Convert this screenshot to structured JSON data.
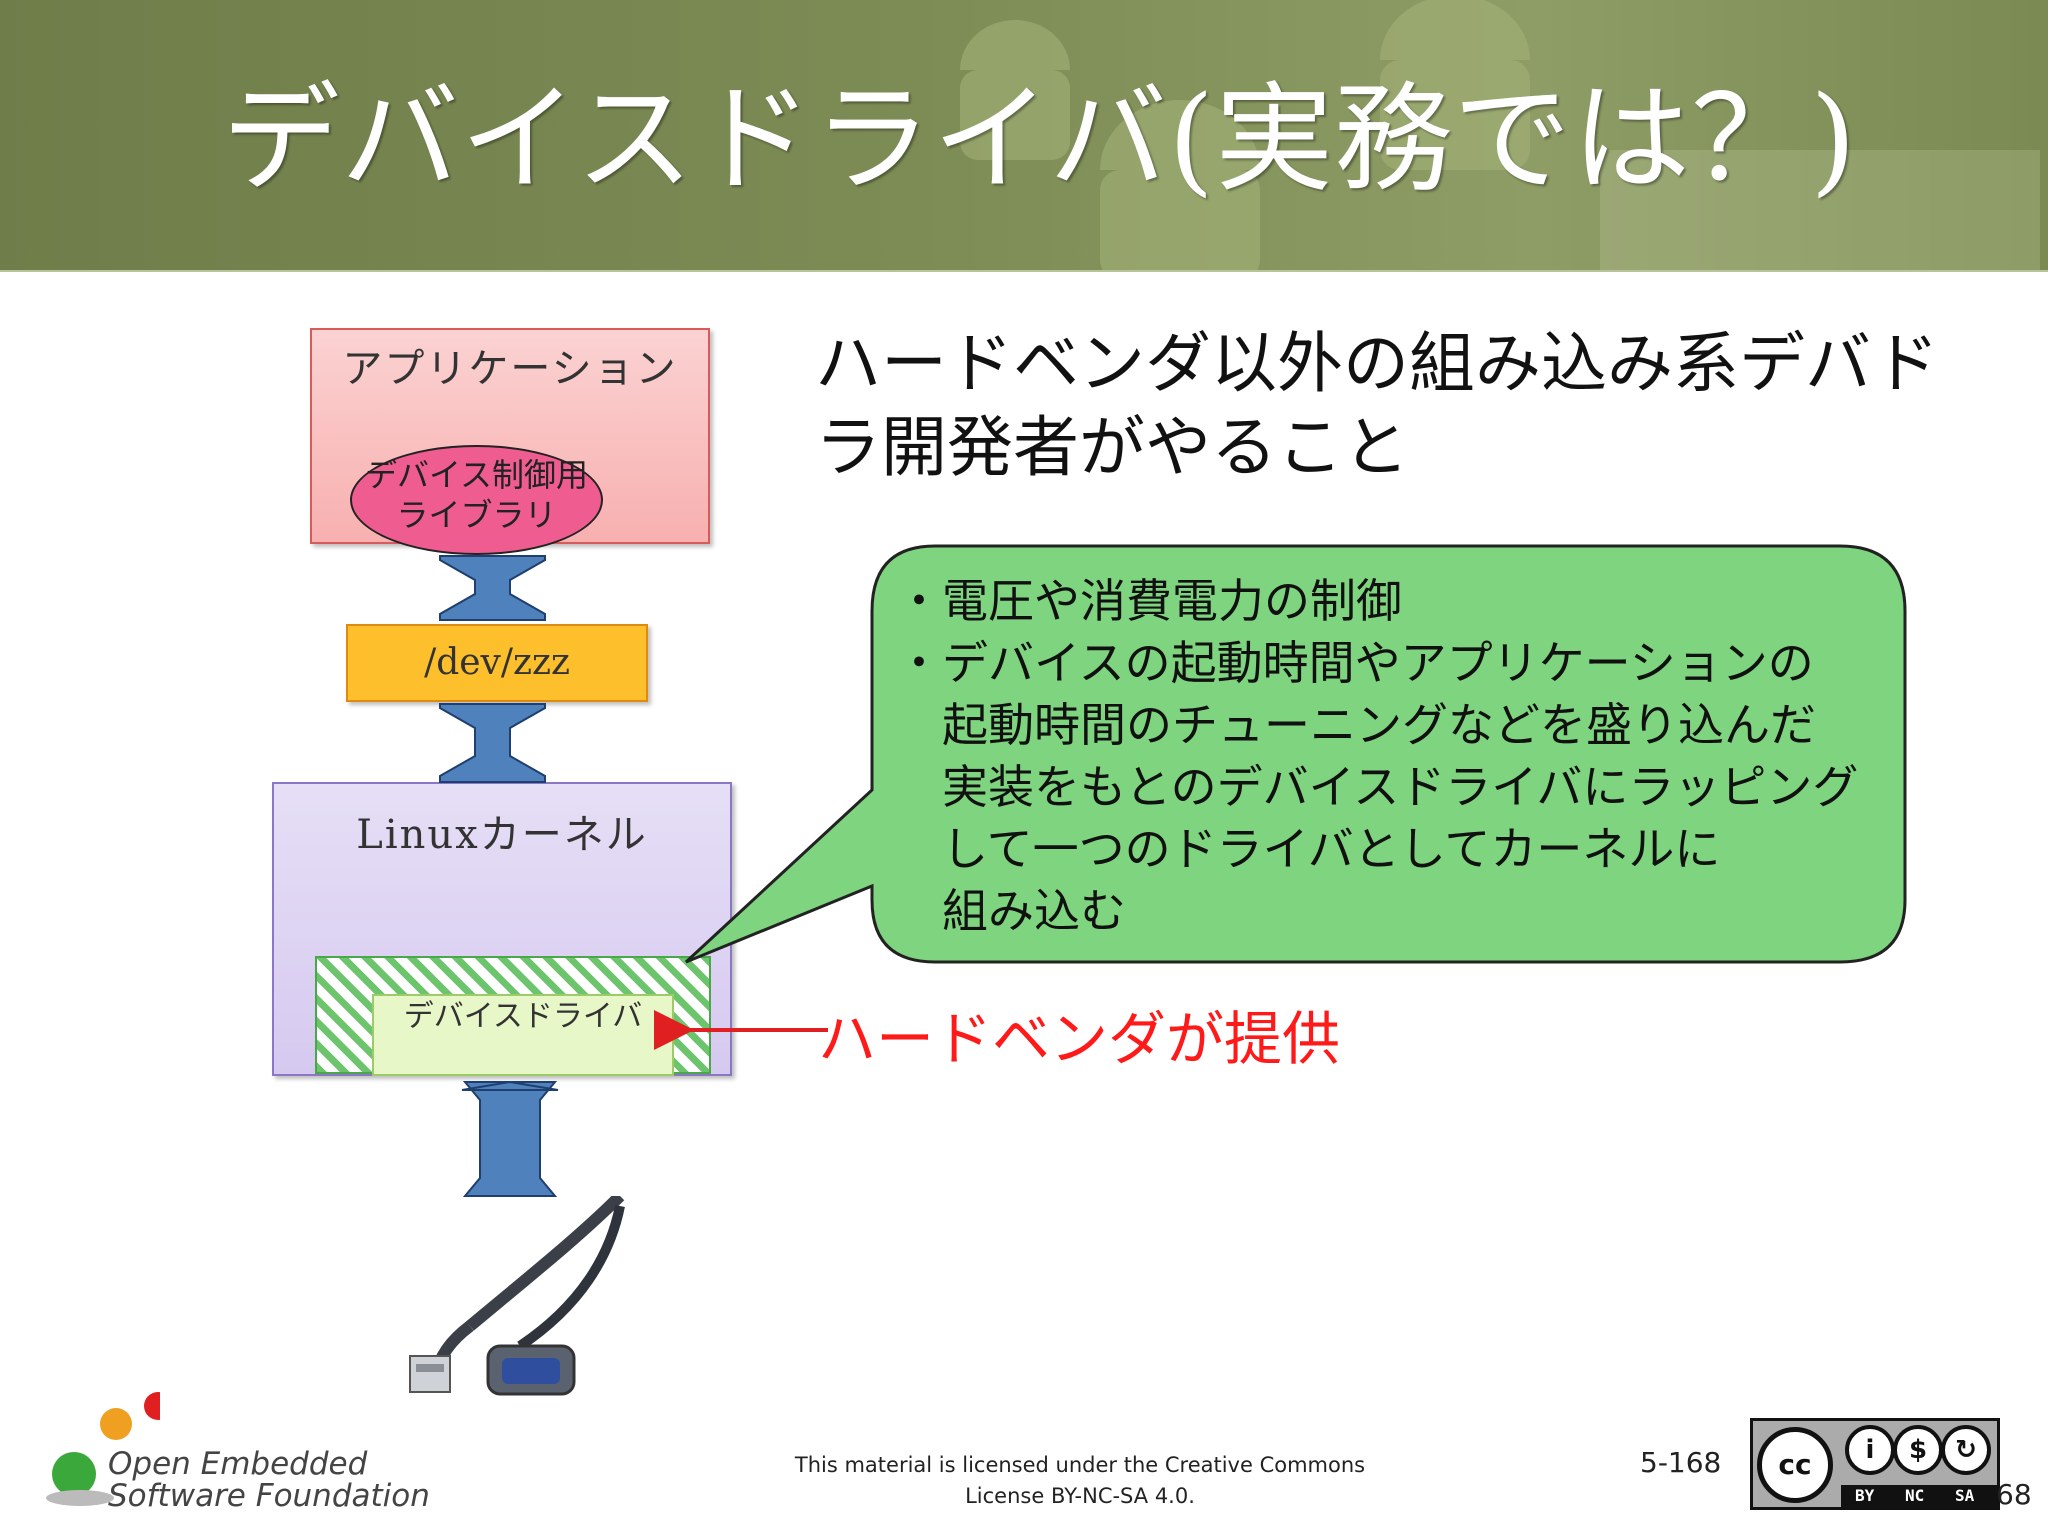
{
  "slide": {
    "title": "デバイスドライバ(実務では？)",
    "heading": "ハードベンダ以外の組み込み系デバドラ開発者がやること"
  },
  "diagram": {
    "app_label": "アプリケーション",
    "lib_label": "デバイス制御用ライブラリ",
    "dev_node_label": "/dev/zzz",
    "kernel_label": "Linuxカーネル",
    "driver_label": "デバイスドライバ",
    "vendor_label": "ハードベンダが提供"
  },
  "bubble": {
    "lines": [
      "・電圧や消費電力の制御",
      "・デバイスの起動時間やアプリケーションの",
      "　起動時間のチューニングなどを盛り込んだ",
      "　実装をもとのデバイスドライバにラッピング",
      "　して一つのドライバとしてカーネルに",
      "　組み込む"
    ]
  },
  "footer": {
    "license_line1": "This material is licensed under the Creative Commons",
    "license_line2": "License BY-NC-SA 4.0.",
    "page_number": "5-168",
    "page_number_overlap": "68",
    "logo_line1": "Open Embedded",
    "logo_line2": "Software Foundation",
    "cc_badge": {
      "cc": "cc",
      "by": "BY",
      "nc": "NC",
      "sa": "SA"
    }
  },
  "colors": {
    "header_green": "#7d8c55",
    "app_box": "#f8b0b0",
    "lib_ellipse": "#ef5d90",
    "dev_box": "#fdbf2b",
    "kernel_box": "#d6c9f0",
    "bubble_fill": "#7fd47f",
    "arrow_blue": "#4f81bd",
    "vendor_red": "#ff1a1a"
  },
  "icons": [
    "android-robot-icon",
    "usb-serial-cable-icon",
    "creative-commons-icon",
    "oesf-logo-icon"
  ]
}
